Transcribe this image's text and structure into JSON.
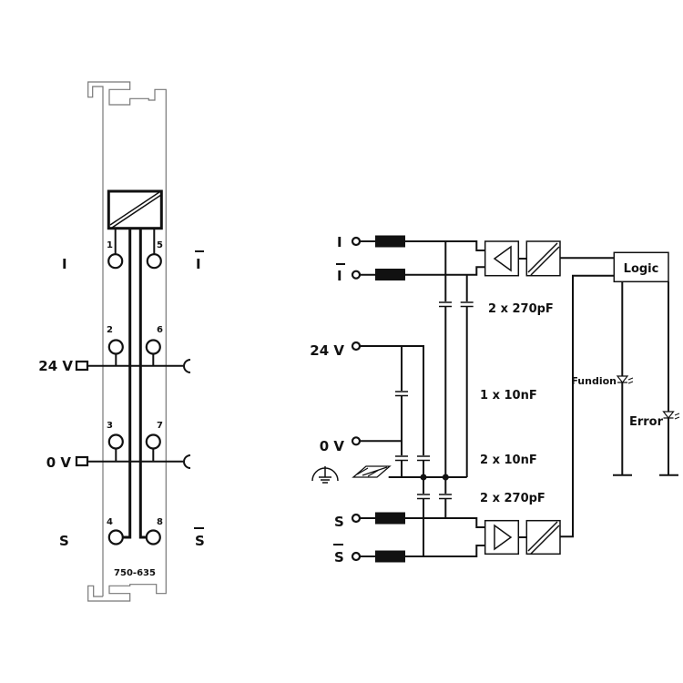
{
  "module": {
    "part_number": "750-635",
    "side_labels": {
      "i": "I",
      "i_bar": "I",
      "v24": "24 V",
      "v0": "0 V",
      "s": "S",
      "s_bar": "S"
    },
    "pins": [
      "1",
      "2",
      "3",
      "4",
      "5",
      "6",
      "7",
      "8"
    ]
  },
  "circuit": {
    "inputs": {
      "i": "I",
      "i_bar": "I",
      "v24": "24 V",
      "v0": "0 V",
      "s": "S",
      "s_bar": "S"
    },
    "capacitors": {
      "c1": "2 x 270pF",
      "c2": "1 x 10nF",
      "c3": "2 x 10nF",
      "c4": "2 x 270pF"
    },
    "logic": "Logic",
    "leds": {
      "function": "Fundion",
      "error": "Error"
    }
  }
}
